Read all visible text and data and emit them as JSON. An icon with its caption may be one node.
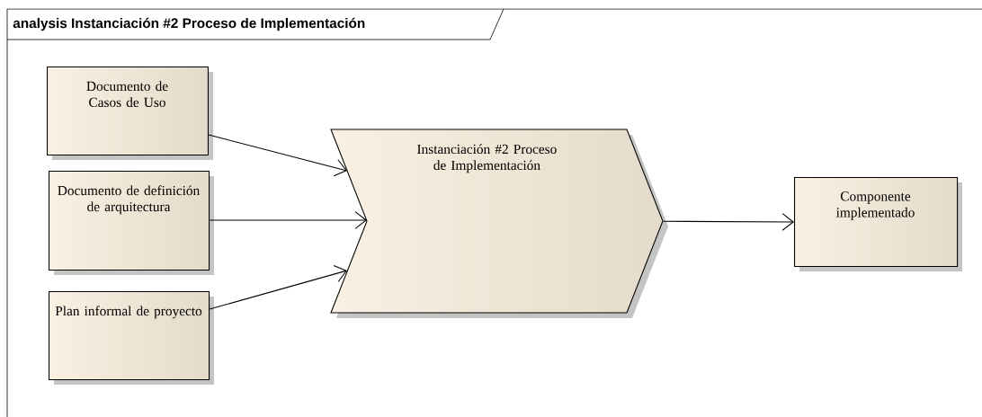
{
  "diagram": {
    "title": "analysis Instanciación #2 Proceso de Implementación",
    "nodes": [
      {
        "text": [
          "Documento de Casos de Uso"
        ]
      },
      {
        "text": [
          "Documento de definición de arquitectura"
        ]
      },
      {
        "text": [
          "Plan informal de proyecto"
        ]
      },
      {
        "text": [
          "Instanciación #2 Proceso de Implementación"
        ]
      },
      {
        "text": [
          "Componente implementado"
        ]
      }
    ],
    "edges": [
      {
        "from": 0,
        "to": 3,
        "arrow": "to"
      },
      {
        "from": 1,
        "to": 3,
        "arrow": "to"
      },
      {
        "from": 2,
        "to": 3,
        "arrow": "to"
      },
      {
        "from": 3,
        "to": 4,
        "arrow": "to"
      }
    ]
  }
}
